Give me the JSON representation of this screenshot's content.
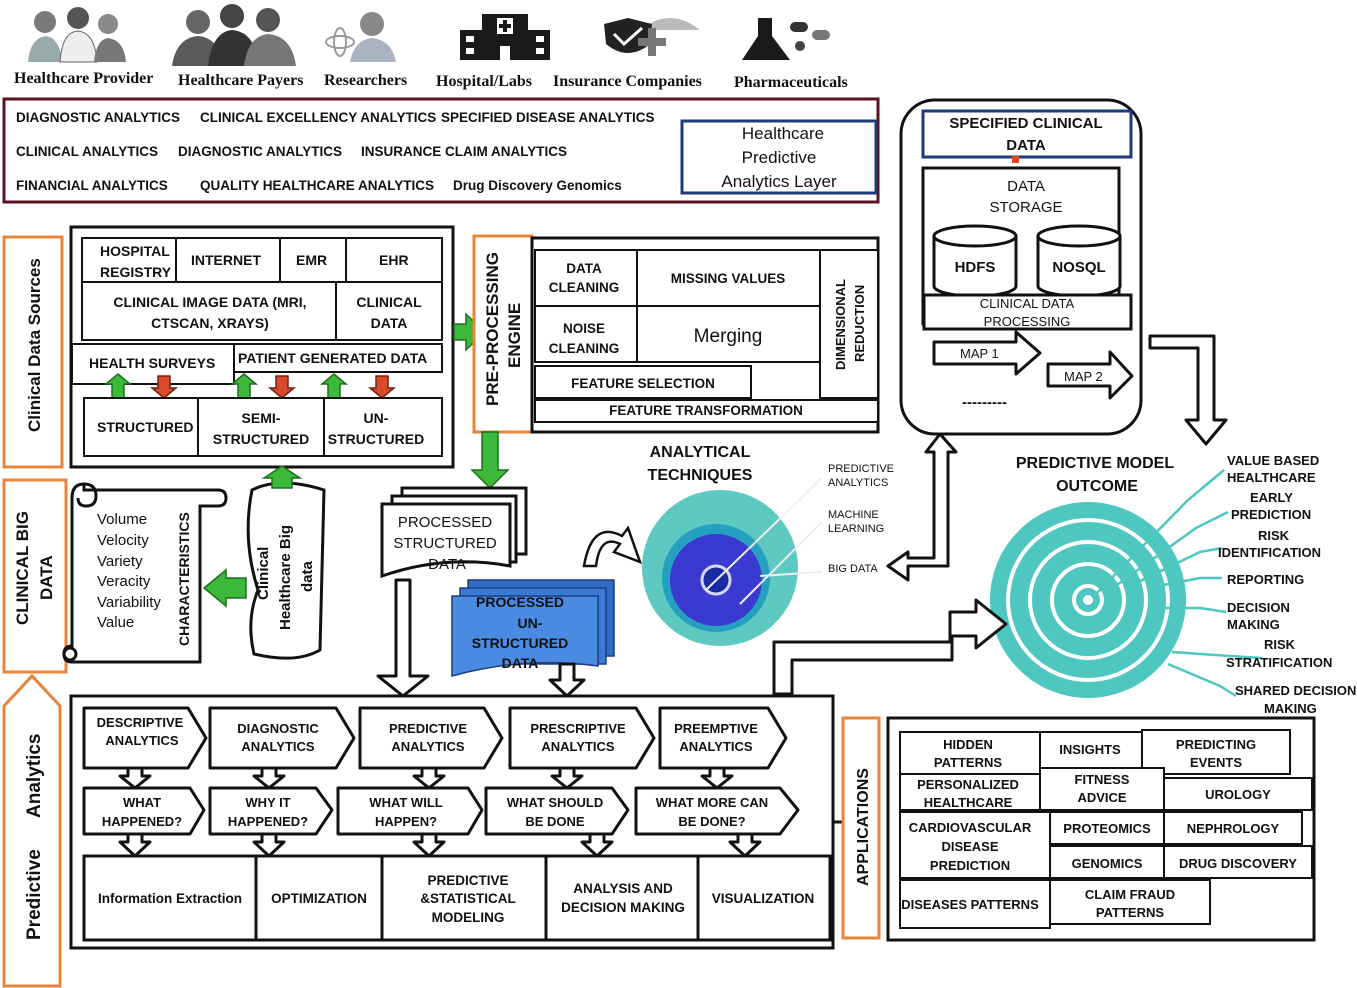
{
  "stakeholders": [
    {
      "label": "Healthcare Provider",
      "icon": "doctors-group-icon"
    },
    {
      "label": "Healthcare Payers",
      "icon": "people-group-icon"
    },
    {
      "label": "Researchers",
      "icon": "researcher-icon"
    },
    {
      "label": "Hospital/Labs",
      "icon": "hospital-building-icon"
    },
    {
      "label": "Insurance Companies",
      "icon": "insurance-shield-umbrella-icon"
    },
    {
      "label": "Pharmaceuticals",
      "icon": "lab-flask-pills-icon"
    }
  ],
  "analytics_layer": {
    "rows": [
      [
        "DIAGNOSTIC ANALYTICS",
        "CLINICAL EXCELLENCY ANALYTICS",
        "SPECIFIED DISEASE ANALYTICS"
      ],
      [
        "CLINICAL ANALYTICS",
        "DIAGNOSTIC ANALYTICS",
        "INSURANCE CLAIM  ANALYTICS"
      ],
      [
        "FINANCIAL ANALYTICS",
        "QUALITY  HEALTHCARE ANALYTICS",
        "Drug Discovery  Genomics"
      ]
    ],
    "title_lines": [
      "Healthcare",
      "Predictive",
      "Analytics Layer"
    ]
  },
  "clinical_data_sources": {
    "side_label": "Clinical Data Sources",
    "hospital_registry": [
      "HOSPITAL",
      "REGISTRY"
    ],
    "internet": "INTERNET",
    "emr": "EMR",
    "ehr": "EHR",
    "image_data": [
      "CLINICAL  IMAGE DATA (MRI,",
      "CTSCAN, XRAYS)"
    ],
    "clinical_data": [
      "CLINICAL",
      "DATA"
    ],
    "health_surveys": "HEALTH SURVEYS",
    "patient_generated": "PATIENT GENERATED DATA",
    "structured": "STRUCTURED",
    "semi_structured": [
      "SEMI-",
      "STRUCTURED"
    ],
    "unstructured": [
      "UN-",
      "STRUCTURED"
    ]
  },
  "preprocessing": {
    "side_label": [
      "PRE-PROCESSING",
      "ENGINE"
    ],
    "data_cleaning": [
      "DATA",
      "CLEANING"
    ],
    "missing_values": "MISSING VALUES",
    "noise_cleaning": [
      "NOISE",
      "CLEANING"
    ],
    "merging": "Merging",
    "dimensional_reduction": [
      "DIMENSIONAL",
      "REDUCTION"
    ],
    "feature_selection": "FEATURE  SELECTION",
    "feature_transformation": "FEATURE TRANSFORMATION"
  },
  "specified_clinical_data": {
    "title": [
      "SPECIFIED CLINICAL",
      "DATA"
    ],
    "data_storage": [
      "DATA",
      "STORAGE"
    ],
    "hdfs": "HDFS",
    "nosql": "NOSQL",
    "processing": [
      "CLINICAL DATA",
      "PROCESSING"
    ],
    "map1": "MAP 1",
    "map2": "MAP 2",
    "dashes": "---------"
  },
  "clinical_big_data": {
    "side_label": [
      "CLINICAL BIG",
      "DATA"
    ],
    "characteristics": [
      "Volume",
      "Velocity",
      "Variety",
      "Veracity",
      "Variability",
      "Value"
    ],
    "characteristics_label": "CHARACTERISTICS",
    "scroll_label": [
      "Clinical",
      "Healthcare Big",
      "data"
    ]
  },
  "processed_structured": [
    "PROCESSED",
    "STRUCTURED",
    "DATA"
  ],
  "processed_unstructured": [
    "PROCESSED",
    "UN-",
    "STRUCTURED",
    "DATA"
  ],
  "analytical_techniques": {
    "title": [
      "ANALYTICAL",
      "TECHNIQUES"
    ],
    "items": [
      [
        "PREDICTIVE",
        "ANALYTICS"
      ],
      [
        "MACHINE",
        "LEARNING"
      ],
      [
        "BIG DATA"
      ]
    ]
  },
  "predictive_model_outcome": {
    "title": [
      "PREDICTIVE MODEL",
      "OUTCOME"
    ],
    "items": [
      [
        "VALUE BASED",
        "HEALTHCARE"
      ],
      [
        "EARLY",
        "PREDICTION"
      ],
      [
        "RISK",
        "IDENTIFICATION"
      ],
      [
        "REPORTING"
      ],
      [
        "DECISION",
        "MAKING"
      ],
      [
        "RISK",
        "STRATIFICATION"
      ],
      [
        "SHARED DECISION",
        "MAKING"
      ]
    ]
  },
  "predictive_analytics": {
    "side_label": [
      "Predictive",
      "Analytics"
    ],
    "types": [
      [
        "DESCRIPTIVE",
        "ANALYTICS"
      ],
      [
        "DIAGNOSTIC",
        "ANALYTICS"
      ],
      [
        "PREDICTIVE",
        "ANALYTICS"
      ],
      [
        "PRESCRIPTIVE",
        "ANALYTICS"
      ],
      [
        "PREEMPTIVE",
        "ANALYTICS"
      ]
    ],
    "questions": [
      [
        "WHAT",
        "HAPPENED?"
      ],
      [
        "WHY IT",
        "HAPPENED?"
      ],
      [
        "WHAT WILL",
        "HAPPEN?"
      ],
      [
        "WHAT SHOULD",
        "BE DONE"
      ],
      [
        "WHAT MORE CAN",
        "BE  DONE?"
      ]
    ],
    "methods": [
      [
        "Information Extraction"
      ],
      [
        "OPTIMIZATION"
      ],
      [
        "PREDICTIVE",
        "&STATISTICAL",
        "MODELING"
      ],
      [
        "ANALYSIS AND",
        "DECISION MAKING"
      ],
      [
        "VISUALIZATION"
      ]
    ]
  },
  "applications": {
    "side_label": "APPLICATIONS",
    "hidden_patterns": [
      "HIDDEN",
      "PATTERNS"
    ],
    "insights": "INSIGHTS",
    "predicting_events": [
      "PREDICTING",
      "EVENTS"
    ],
    "personalized": [
      "PERSONALIZED",
      "HEALTHCARE"
    ],
    "fitness": [
      "FITNESS",
      "ADVICE"
    ],
    "urology": "UROLOGY",
    "cardiovascular": [
      "CARDIOVASCULAR",
      "DISEASE",
      "PREDICTION"
    ],
    "proteomics": "PROTEOMICS",
    "nephrology": "NEPHROLOGY",
    "genomics": "GENOMICS",
    "drug_discovery": "DRUG DISCOVERY",
    "diseases_patterns": "DISEASES PATTERNS",
    "claim_fraud": [
      "CLAIM FRAUD",
      "PATTERNS"
    ]
  }
}
